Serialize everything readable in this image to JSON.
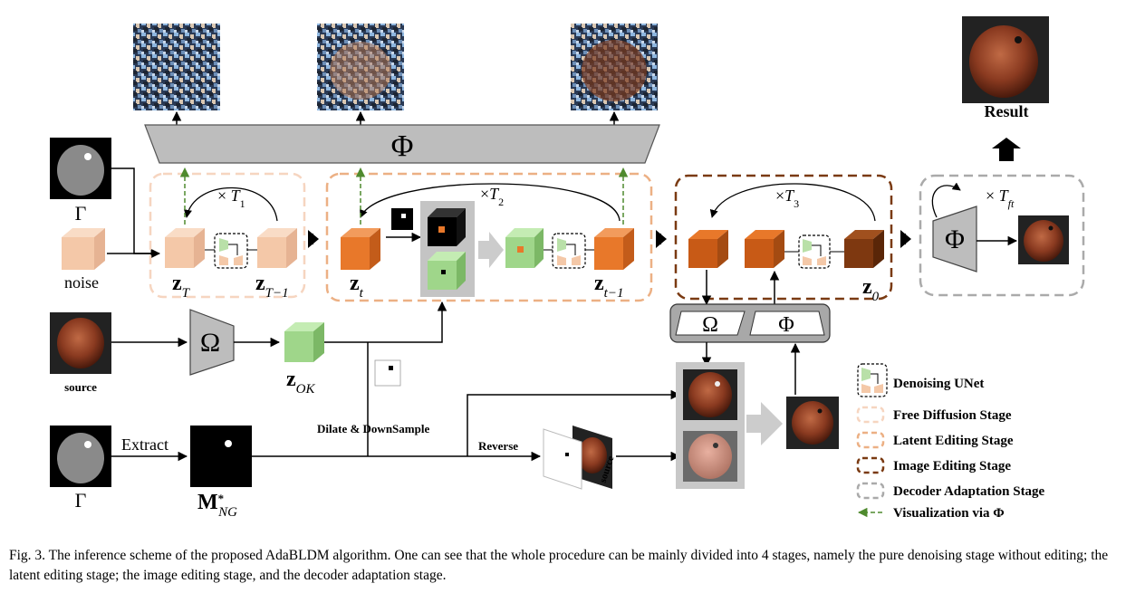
{
  "stage_labels": {
    "result": "Result",
    "noise": "noise",
    "source": "source",
    "source_side": "source",
    "extract": "Extract",
    "dilate": "Dilate & DownSample",
    "reverse": "Reverse"
  },
  "symbols": {
    "phi": "Φ",
    "omega": "Ω",
    "gamma": "Γ",
    "zT": "z",
    "zT_sub": "T",
    "zT1_sub": "T−1",
    "zt_sub": "t",
    "zt1_sub": "t−1",
    "z0_sub": "0",
    "zok_sub": "OK",
    "m_main": "M",
    "m_sup": "*",
    "m_sub": "NG",
    "times": "×",
    "T1": "T",
    "T1_sub": "1",
    "T2": "T",
    "T2_sub": "2",
    "T3": "T",
    "T3_sub": "3",
    "Tft": "T",
    "Tft_sub": "ft"
  },
  "legend": [
    {
      "label": "Denoising UNet",
      "swatch": "unet"
    },
    {
      "label": "Free Diffusion Stage",
      "swatch": "#f6d5c0"
    },
    {
      "label": "Latent Editing Stage",
      "swatch": "#ecb084"
    },
    {
      "label": "Image Editing Stage",
      "swatch": "#7a3a12"
    },
    {
      "label": "Decoder Adaptation Stage",
      "swatch": "#aaaaaa"
    },
    {
      "label": "Visualization via Φ",
      "swatch": "#4f8a2e"
    }
  ],
  "caption": "Fig. 3.  The inference scheme of the proposed AdaBLDM algorithm. One can see that the whole procedure can be mainly divided into 4 stages, namely the pure denoising stage without editing; the latent editing stage; the image editing stage, and the decoder adaptation stage.",
  "colors": {
    "free": "#f6d5c0",
    "latent": "#ecb084",
    "image": "#7a3a12",
    "decoder": "#aaaaaa",
    "viz": "#4f8a2e",
    "cube_peach": "#f4c8a8",
    "cube_orange": "#e8782a",
    "cube_brown": "#8a3c12",
    "cube_green": "#9fd68a"
  }
}
